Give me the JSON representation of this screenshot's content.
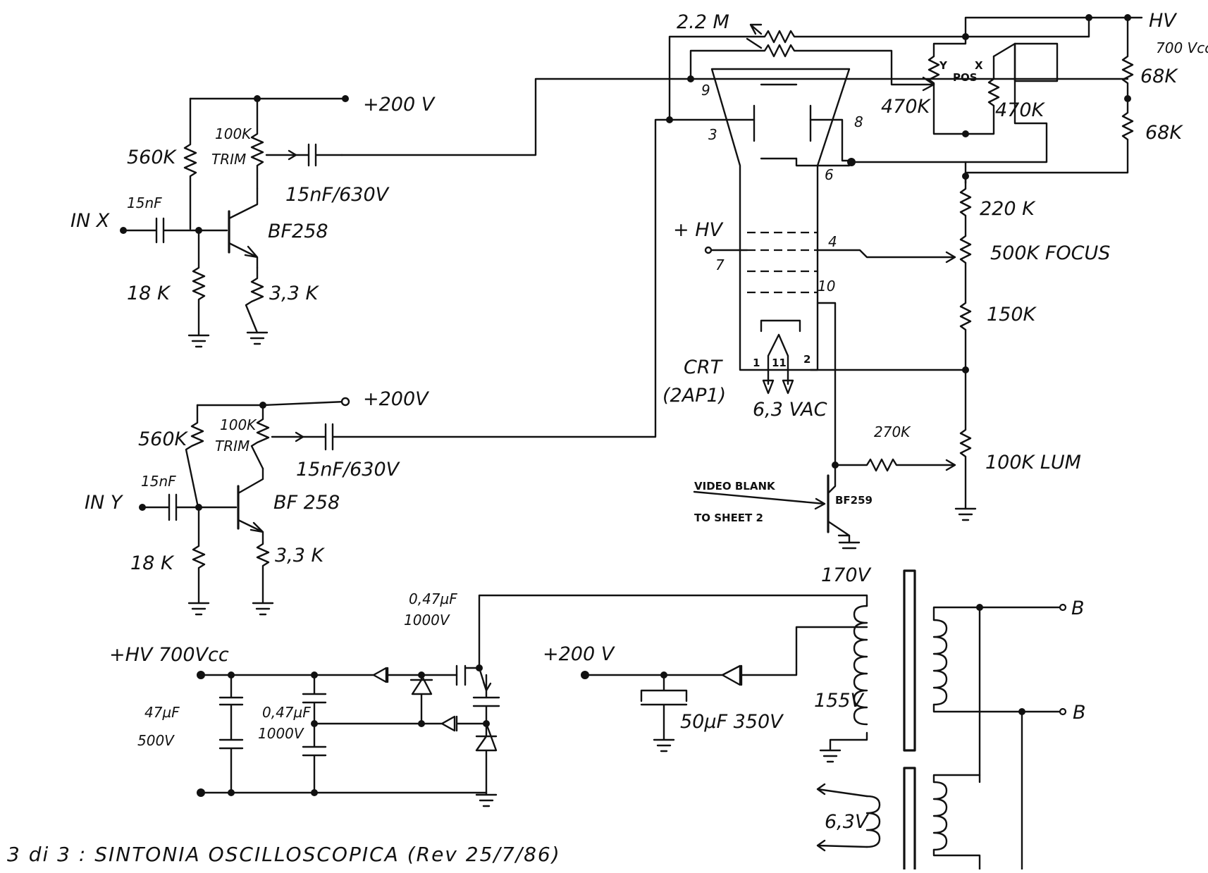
{
  "labels": {
    "r_2m2": "2.2 M",
    "hv": "HV",
    "hv_700vcc": "700 Vcc",
    "r_68k_a": "68K",
    "r_68k_b": "68K",
    "pot_470k_a": "470K",
    "pot_470k_b": "470K",
    "pos_y": "Y",
    "pos_x": "X",
    "pos": "POS",
    "crt_pin_9": "9",
    "crt_pin_3": "3",
    "crt_pin_8": "8",
    "crt_pin_6": "6",
    "crt_pin_4": "4",
    "crt_pin_7": "7",
    "crt_pin_10": "10",
    "crt_pin_1": "1",
    "crt_pin_11": "11",
    "crt_pin_2": "2",
    "r_220k": "220 K",
    "pot_500k_focus": "500K  FOCUS",
    "r_150k": "150K",
    "plus_hv_crt": "+ HV",
    "crt": "CRT",
    "crt_type": "(2AP1)",
    "heater_6v3ac": "6,3 VAC",
    "r_270k": "270K",
    "pot_100k_lum": "100K  LUM",
    "video_blank": "VIDEO BLANK",
    "to_sheet_2": "TO SHEET 2",
    "q_bf259": "BF259",
    "x_plus200v": "+200 V",
    "x_560k": "560K",
    "x_100k": "100K",
    "x_trim": "TRIM",
    "x_15nf_630v": "15nF/630V",
    "x_15nf": "15nF",
    "in_x": "IN X",
    "x_bf258": "BF258",
    "x_18k": "18 K",
    "x_3k3": "3,3 K",
    "y_plus200v": "+200V",
    "y_560k": "560K",
    "y_100k": "100K",
    "y_trim": "TRIM",
    "y_15nf_630v": "15nF/630V",
    "y_15nf": "15nF",
    "in_y": "IN Y",
    "y_bf258": "BF 258",
    "y_18k": "18 K",
    "y_3k3": "3,3 K",
    "hv_700vcc_supply": "+HV 700Vcc",
    "cap_47uf": "47µF",
    "cap_500v": "500V",
    "cap_047uf_a": "0,47µF",
    "cap_1000v_a": "1000V",
    "cap_047uf_b": "0,47µF",
    "cap_1000v_b": "1000V",
    "sec_170v": "170V",
    "plus200v_supply": "+200 V",
    "cap_50uf_350v": "50µF 350V",
    "tap_155v": "155V",
    "b_a": "B",
    "b_b": "B",
    "fil_6v3": "6,3V",
    "title": "3 di 3 :  SINTONIA  OSCILLOSCOPICA  (Rev 25/7/86)"
  }
}
